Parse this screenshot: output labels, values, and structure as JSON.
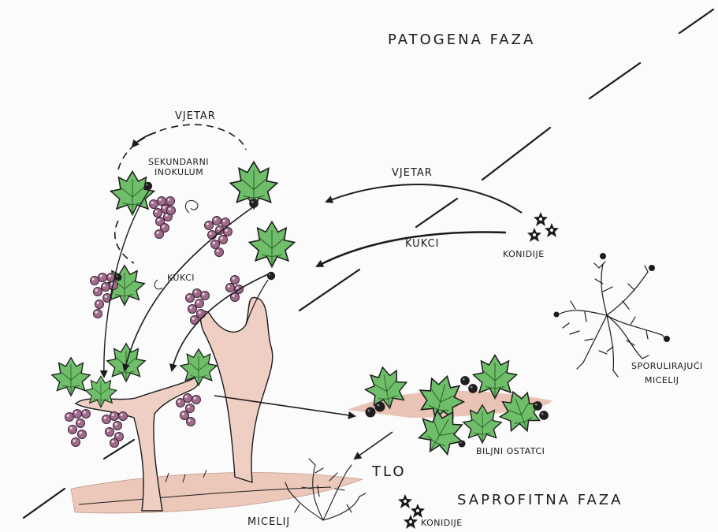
{
  "phases": {
    "pathogenic": "PATOGENA FAZA",
    "saprophytic": "SAPROFITNA FAZA"
  },
  "labels": {
    "wind_top": "VJETAR",
    "secondary_inoculum_1": "SEKUNDARNI",
    "secondary_inoculum_2": "INOKULUM",
    "insects_on_vine": "KUKCI",
    "wind_arrow": "VJETAR",
    "insects_arrow": "KUKCI",
    "conidia_top": "KONIDIJE",
    "sporulating_mycelium_1": "SPORULIRAJUĆI",
    "sporulating_mycelium_2": "MICELIJ",
    "plant_debris": "BILJNI OSTATCI",
    "soil": "TLO",
    "mycelium": "MICELIJ",
    "conidia_bottom": "KONIDIJE"
  },
  "colors": {
    "leaf": "#6fbf6a",
    "grape": "#8e5a7c",
    "trunk": "#e9c9bd",
    "ground": "#e8c3b4",
    "ink": "#1b1b1b"
  }
}
